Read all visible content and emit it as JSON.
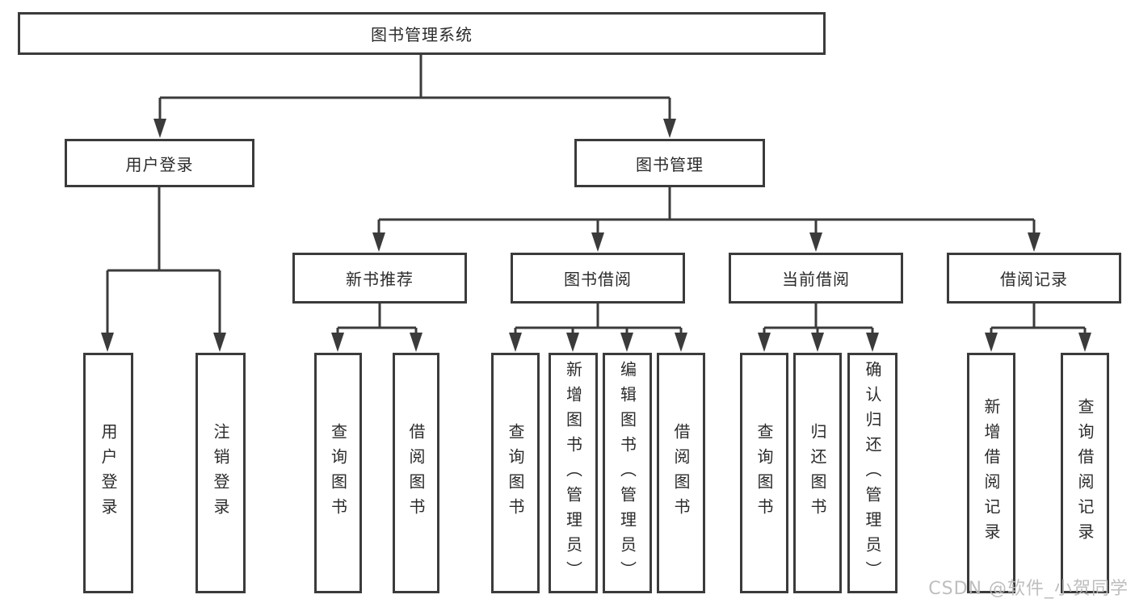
{
  "colors": {
    "line": "#3b3b3b",
    "text": "#2b2b2b",
    "background": "#ffffff",
    "watermark": "#b9b9b9"
  },
  "watermark": {
    "text": "CSDN @软件_小贺同学"
  },
  "tree": {
    "label": "图书管理系统",
    "children": [
      {
        "label": "用户登录",
        "children": [
          {
            "label": "用户登录"
          },
          {
            "label": "注销登录"
          }
        ]
      },
      {
        "label": "图书管理",
        "children": [
          {
            "label": "新书推荐",
            "children": [
              {
                "label": "查询图书"
              },
              {
                "label": "借阅图书"
              }
            ]
          },
          {
            "label": "图书借阅",
            "children": [
              {
                "label": "查询图书"
              },
              {
                "label": "新增图书（管理员）"
              },
              {
                "label": "编辑图书（管理员）"
              },
              {
                "label": "借阅图书"
              }
            ]
          },
          {
            "label": "当前借阅",
            "children": [
              {
                "label": "查询图书"
              },
              {
                "label": "归还图书"
              },
              {
                "label": "确认归还（管理员）"
              }
            ]
          },
          {
            "label": "借阅记录",
            "children": [
              {
                "label": "新增借阅记录"
              },
              {
                "label": "查询借阅记录"
              }
            ]
          }
        ]
      }
    ]
  }
}
